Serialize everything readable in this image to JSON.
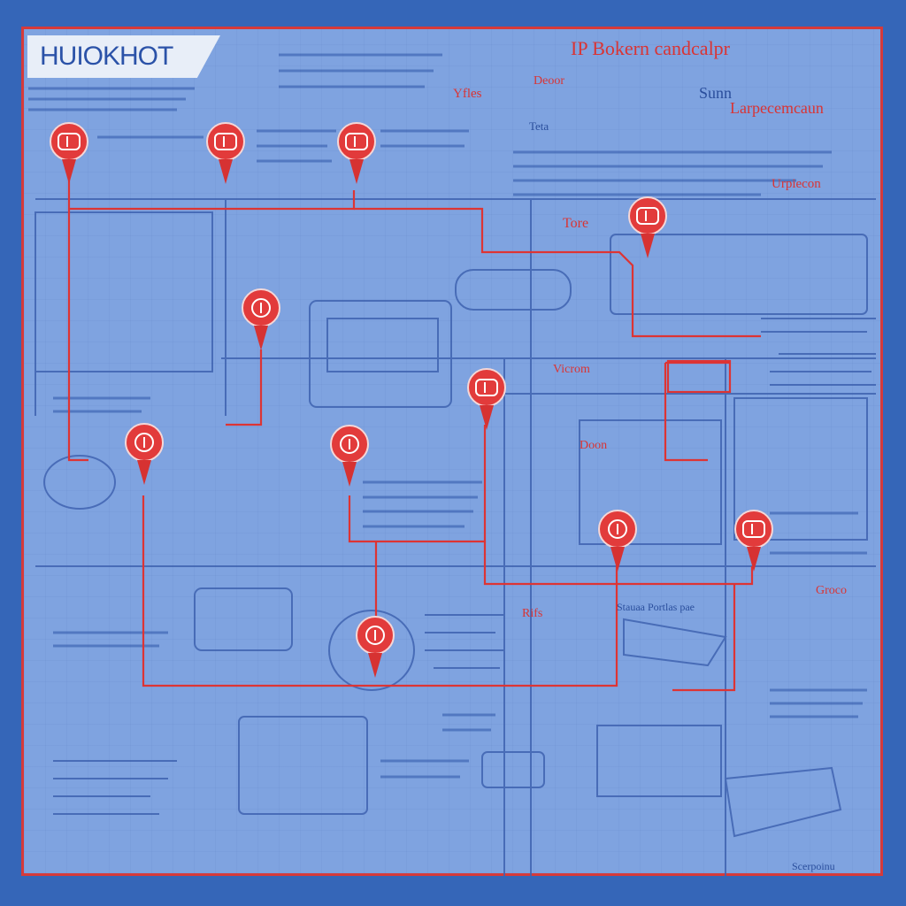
{
  "title": "HUIOKHOT",
  "labels": {
    "top_heading": "IP Bokern candcalpr",
    "sun_label": "Sunn",
    "right_label_1": "Larpecemcaun",
    "right_label_2": "Urpiecon",
    "small_label_1": "Yfles",
    "small_label_2": "Deoor",
    "small_label_3": "Teta",
    "mid_label": "Tore",
    "door_label": "Doon",
    "lower_label": "Groco",
    "bottom_right": "Scerpoinu",
    "vent_label": "Vicrom",
    "rifs_label": "Rifs",
    "stand_label": "Stauaa Portlas pae"
  },
  "colors": {
    "background": "#3566b8",
    "sheet": "#7fa3e0",
    "accent_red": "#d63a3a",
    "line_blue": "#3f63b0"
  },
  "pins": [
    {
      "name": "camera-pin-1",
      "icon": "camera-icon"
    },
    {
      "name": "camera-pin-2",
      "icon": "dome-camera-icon"
    },
    {
      "name": "camera-pin-3",
      "icon": "sensor-icon"
    },
    {
      "name": "camera-pin-4",
      "icon": "lock-icon"
    },
    {
      "name": "camera-pin-5",
      "icon": "dome-camera-icon"
    },
    {
      "name": "camera-pin-6",
      "icon": "camera-icon"
    },
    {
      "name": "camera-pin-7",
      "icon": "bullet-camera-icon"
    },
    {
      "name": "camera-pin-8",
      "icon": "dome-camera-icon"
    },
    {
      "name": "camera-pin-9",
      "icon": "sensor-icon"
    },
    {
      "name": "camera-pin-10",
      "icon": "lock-icon"
    },
    {
      "name": "camera-pin-11",
      "icon": "camera-icon"
    }
  ]
}
